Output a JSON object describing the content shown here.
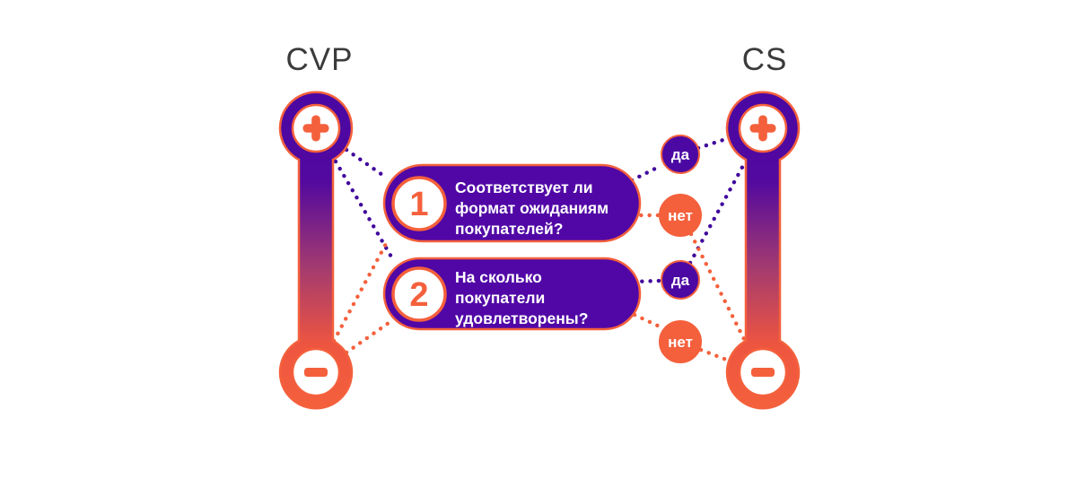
{
  "header": {
    "left_label": "CVP",
    "right_label": "CS"
  },
  "poles": {
    "left": {
      "top_icon": "plus",
      "bottom_icon": "minus"
    },
    "right": {
      "top_icon": "plus",
      "bottom_icon": "minus"
    }
  },
  "questions": [
    {
      "number": "1",
      "lines": [
        "Соответствует ли",
        "формат ожиданиям",
        "покупателей?"
      ]
    },
    {
      "number": "2",
      "lines": [
        "На сколько",
        "покупатели",
        "удовлетворены?"
      ]
    }
  ],
  "answers": [
    {
      "label": "да",
      "type": "yes",
      "connects_to": "plus"
    },
    {
      "label": "нет",
      "type": "no",
      "connects_to": "minus"
    },
    {
      "label": "да",
      "type": "yes",
      "connects_to": "plus"
    },
    {
      "label": "нет",
      "type": "no",
      "connects_to": "minus"
    }
  ],
  "colors": {
    "purple": "#5107a6",
    "purple_deep": "#4a07a3",
    "orange": "#f4603c",
    "dot_purple": "#40089c",
    "dot_orange": "#f4603c",
    "label_gray": "#3b3b3b",
    "text_white": "#ffffff"
  }
}
